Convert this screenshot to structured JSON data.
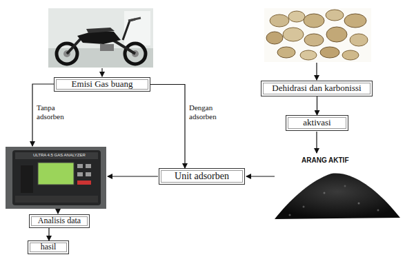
{
  "diagram": {
    "nodes": [
      {
        "text": [
          "Emisi Gas buang"
        ]
      },
      {
        "text": [
          "Dehidrasi dan karbonissi"
        ]
      },
      {
        "text": [
          "aktivasi"
        ]
      },
      {
        "text": [
          "Unit adsorben"
        ]
      },
      {
        "text": [
          "Analisis data"
        ]
      },
      {
        "text": [
          "hasil"
        ]
      }
    ],
    "edges": [
      {
        "from": 0,
        "to": 3,
        "arrow": "to",
        "label": "Dengan adsorben"
      },
      {
        "from": 1,
        "to": 2,
        "arrow": "to"
      },
      {
        "from": 4,
        "to": 5,
        "arrow": "to"
      }
    ],
    "labels": [
      "Tanpa adsorben",
      "ARANG AKTIF",
      "ULTRA 4.5 GAS ANALYZER"
    ]
  }
}
